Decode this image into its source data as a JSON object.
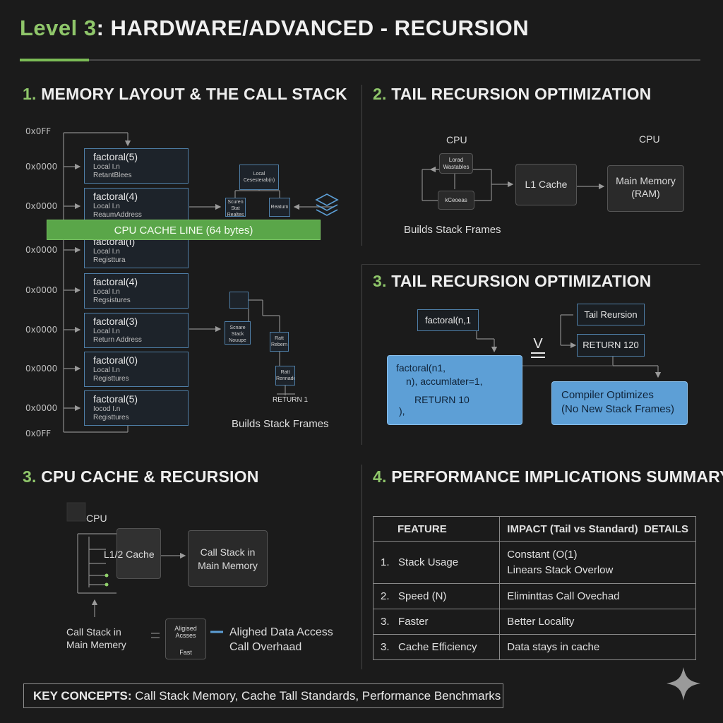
{
  "title": {
    "level": "Level 3",
    "rest": ": HARDWARE/ADVANCED - RECURSION"
  },
  "sections": {
    "s1": {
      "num": "1.",
      "label": "MEMORY LAYOUT & THE CALL STACK"
    },
    "s2": {
      "num": "2.",
      "label": "TAIL RECURSION OPTIMIZATION"
    },
    "s3a": {
      "num": "3.",
      "label": "TAIL RECURSION OPTIMIZATION"
    },
    "s3b": {
      "num": "3.",
      "label": "CPU CACHE & RECURSION"
    },
    "s4": {
      "num": "4.",
      "label": "PERFORMANCE IMPLICATIONS SUMMARY"
    }
  },
  "memory": {
    "addresses": [
      "0x0FF",
      "0x0000",
      "0x0000",
      "0x0000",
      "0x0000",
      "0x0000",
      "0x0000",
      "0x0000",
      "0x0FF"
    ],
    "frames": [
      {
        "fn": "factoral(5)",
        "l1": "Local I.n",
        "l2": "RetantBlees"
      },
      {
        "fn": "factoral(4)",
        "l1": "Local I.n",
        "l2": "ReaumAddress"
      },
      {
        "fn": "factoral(I)",
        "l1": "Local I.n",
        "l2": "Registtura"
      },
      {
        "fn": "factoral(4)",
        "l1": "Local I.n",
        "l2": "Regsistures"
      },
      {
        "fn": "factoral(3)",
        "l1": "Local I.n",
        "l2": "Return Address"
      },
      {
        "fn": "factoral(0)",
        "l1": "Local I.n",
        "l2": "Registtures"
      },
      {
        "fn": "factoral(5)",
        "l1": "Iocod I.n",
        "l2": "Registtures"
      }
    ],
    "cache_line": "CPU CACHE LINE (64 bytes)",
    "mini_top": {
      "a": "Local Cesesterab(n)",
      "b": "Scuren Stat Realtes",
      "c": "Reaturn"
    },
    "mini_bottom": {
      "a": "Scnare Stack Nouupe",
      "b": "Ratt Rebern",
      "c": "Ratt Rennade"
    },
    "return_label": "RETURN 1",
    "builds": "Builds Stack Frames"
  },
  "tail_top": {
    "cpu_left": "CPU",
    "cpu_right": "CPU",
    "box_a": "Lorad Wastables",
    "box_b": "kCeoeas",
    "l1": "L1 Cache",
    "ram": "Main Memory (RAM)",
    "builds": "Builds Stack Frames"
  },
  "tail_opt": {
    "call": "factoral(n,1",
    "code_l1": "factoral(n1,",
    "code_l2": "n), accumlater=1,",
    "code_l3": "RETURN 10",
    "code_l4": "),",
    "symbol": "V",
    "tail": "Tail Reursion",
    "ret": "RETURN 120",
    "optim_l1": "Compiler Optimizes",
    "optim_l2": "(No New Stack Frames)"
  },
  "cpu_cache": {
    "cpu": "CPU",
    "l12": "L1/2 Cache",
    "stack_mem": "Call Stack in Main Memory",
    "call_stack_l1": "Call Stack in",
    "call_stack_l2": "Main Memery",
    "aligned_small_l1": "Aligised",
    "aligned_small_l2": "Acsses",
    "fast": "Fast",
    "legend_l1": "Alighed Data Access",
    "legend_l2": "Call Overhaad"
  },
  "table": {
    "headers": [
      "FEATURE",
      "IMPACT (Tail vs Standard)",
      "DETAILS"
    ],
    "rows": [
      {
        "num": "1.",
        "feature": "Stack Usage",
        "impact": "Constant (O(1)",
        "impact2": "Linears Stack Overlow"
      },
      {
        "num": "2.",
        "feature": "Speed (N)",
        "impact": "Eliminttas Call Ovechad",
        "impact2": ""
      },
      {
        "num": "3.",
        "feature": "Faster",
        "impact": "Better Locality",
        "impact2": ""
      },
      {
        "num": "3.",
        "feature": "Cache Efficiency",
        "impact": "Data stays in cache",
        "impact2": ""
      }
    ]
  },
  "key_concepts": {
    "label": "KEY CONCEPTS:",
    "text": " Call Stack Memory, Cache Tall Standards, Performance Benchmarks"
  },
  "colors": {
    "accent": "#7cbc56",
    "frame_border": "#4f7fa8",
    "blue_box": "#5d9fd6",
    "background": "#1b1b1b"
  },
  "icons": [
    "stack-layers-icon",
    "sparkle-icon",
    "cpu-chip-icon"
  ]
}
